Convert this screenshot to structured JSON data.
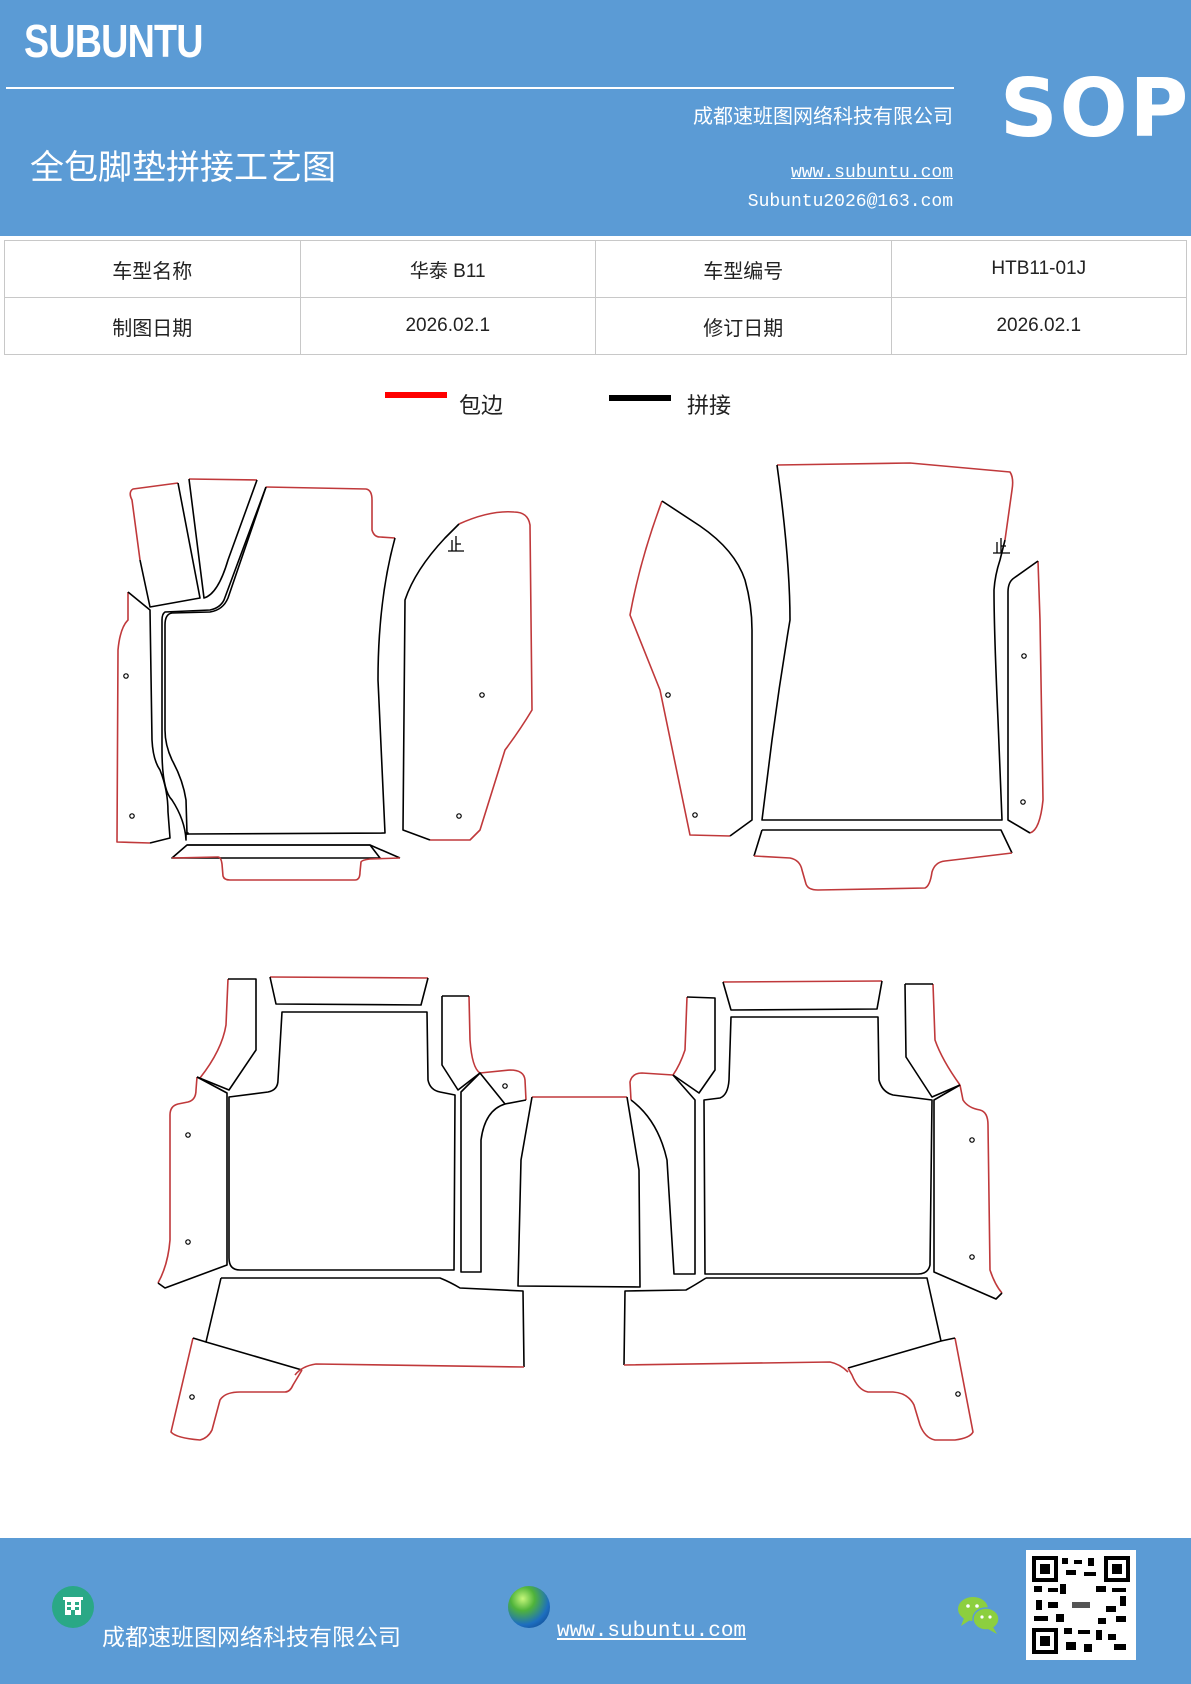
{
  "header": {
    "brand": "SUBUNTU",
    "title": "全包脚垫拼接工艺图",
    "company": "成都速班图网络科技有限公司",
    "website": "www.subuntu.com",
    "email": "Subuntu2026@163.com",
    "badge": "SOP",
    "background_color": "#5b9bd5"
  },
  "info_table": {
    "rows": [
      {
        "label1": "车型名称",
        "value1": "华泰 B11",
        "label2": "车型编号",
        "value2": "HTB11-01J"
      },
      {
        "label1": "制图日期",
        "value1": "2026.02.1",
        "label2": "修订日期",
        "value2": "2026.02.1"
      }
    ]
  },
  "legend": {
    "items": [
      {
        "label": "包边",
        "color": "#ff0000"
      },
      {
        "label": "拼接",
        "color": "#000000"
      }
    ]
  },
  "drawing": {
    "stop_mark": "止",
    "edge_color": "#c0393b",
    "seam_color": "#000000"
  },
  "footer": {
    "company": "成都速班图网络科技有限公司",
    "website": "www.subuntu.com",
    "icons": [
      "building-icon",
      "globe-icon",
      "wechat-icon",
      "qr-code"
    ]
  }
}
